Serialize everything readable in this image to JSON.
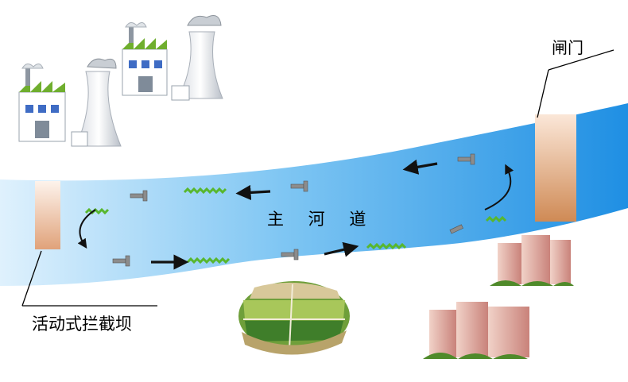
{
  "labels": {
    "dam": "活动式拦截坝",
    "gate": "闸门",
    "channel": "主 河 道"
  },
  "colors": {
    "water_light": "#e9f5fe",
    "water_deep": "#1f8fe3",
    "dam": "#e0a27a",
    "algae": "#58b72e",
    "arrow": "#111111",
    "pollutant": "#8c8c8c"
  },
  "icons": [
    "factory-icon",
    "cooling-tower-icon",
    "farmland-icon",
    "apartment-building-icon",
    "pollutant-pipe-icon",
    "algae-icon",
    "flow-arrow-icon"
  ]
}
